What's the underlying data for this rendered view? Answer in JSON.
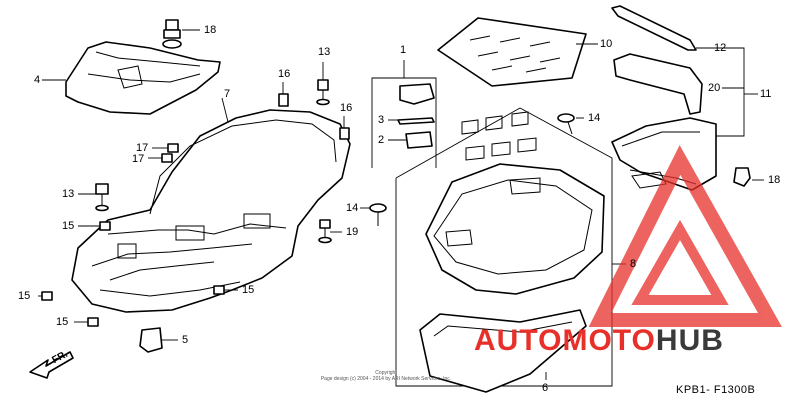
{
  "diagram": {
    "callouts": {
      "c1": "1",
      "c2": "2",
      "c3": "3",
      "c4": "4",
      "c5": "5",
      "c6": "6",
      "c7": "7",
      "c8": "8",
      "c10": "10",
      "c11": "11",
      "c12": "12",
      "c13a": "13",
      "c13b": "13",
      "c14a": "14",
      "c14b": "14",
      "c15a": "15",
      "c15b": "15",
      "c15c": "15",
      "c15d": "15",
      "c16a": "16",
      "c16b": "16",
      "c17a": "17",
      "c17b": "17",
      "c18a": "18",
      "c18b": "18",
      "c19": "19",
      "c20": "20"
    },
    "direction_label": "FR.",
    "drawing_code": "KPB1- F1300B",
    "copyright_line1": "Copyright",
    "copyright_line2": "Page design (c) 2004 - 2014 by ARI Network Services, Inc."
  },
  "watermark": {
    "text_part1": "AUTOMOTO",
    "text_part2": "HUB",
    "color_part1": "#e8302a",
    "color_part2": "#3a3a3a"
  }
}
